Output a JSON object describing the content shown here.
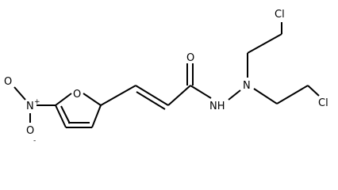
{
  "molecule": {
    "atoms": {
      "o_nitro_top": "O",
      "n_nitro": "N",
      "n_plus": "+",
      "o_nitro_bottom": "O",
      "o_minus": "-",
      "o_furan": "O",
      "o_carbonyl": "O",
      "nh": "NH",
      "n_tertiary": "N",
      "cl_top": "Cl",
      "cl_right": "Cl"
    }
  }
}
